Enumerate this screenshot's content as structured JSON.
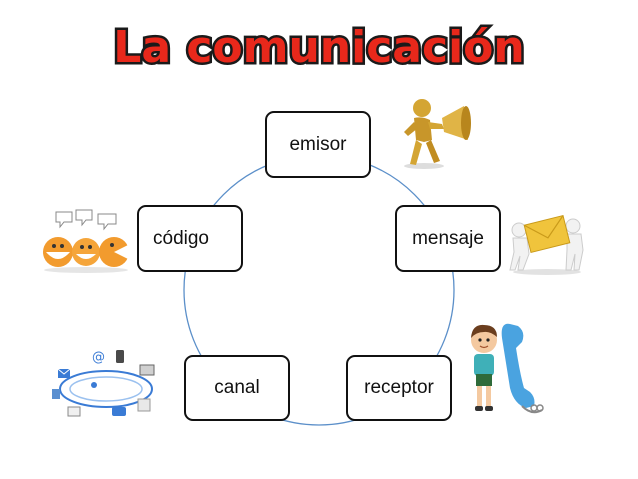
{
  "title": "La comunicación",
  "nodes": {
    "emisor": "emisor",
    "mensaje": "mensaje",
    "receptor": "receptor",
    "canal": "canal",
    "codigo": "código"
  },
  "colors": {
    "title_fill": "#e8281b",
    "title_outline": "#1a1a1a",
    "ring": "#5b8fc9",
    "node_border": "#111111",
    "figure_gold": "#d4a533",
    "figure_white": "#f2f2f2",
    "envelope": "#f0c43c",
    "phone_blue": "#4aa3e0",
    "emoticon_orange": "#f29b2e"
  },
  "illustrations": {
    "emisor": "golden-figure-megaphone-icon",
    "mensaje": "figures-carrying-envelope-icon",
    "receptor": "boy-with-telephone-icon",
    "canal": "communication-network-icon",
    "codigo": "talking-emoticons-icon"
  }
}
